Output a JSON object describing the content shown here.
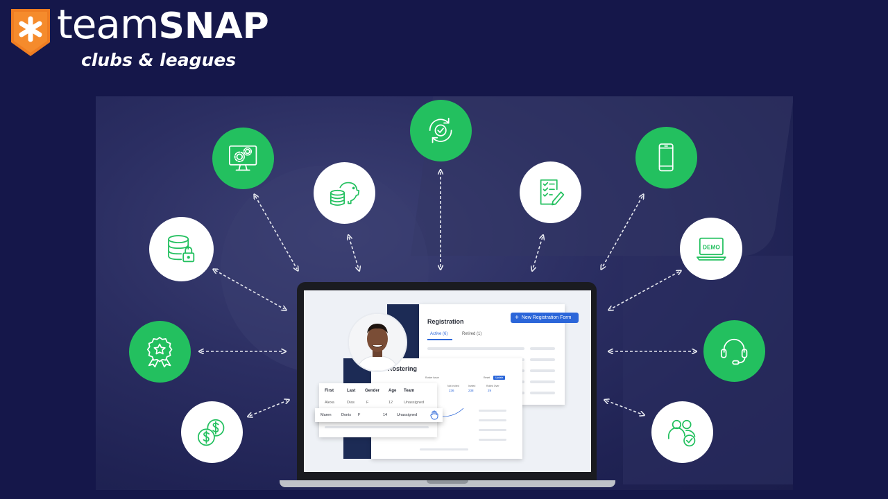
{
  "brand": {
    "name_light": "team",
    "name_bold": "SNAP",
    "tagline": "clubs & leagues",
    "shield_color": "#ef7d22",
    "accent_green": "#23c05f",
    "background": "#15174a"
  },
  "feature_icons": [
    {
      "name": "monitor-gears-icon",
      "style": "green"
    },
    {
      "name": "piggy-bank-coins-icon",
      "style": "white"
    },
    {
      "name": "sync-check-icon",
      "style": "green"
    },
    {
      "name": "checklist-form-icon",
      "style": "white"
    },
    {
      "name": "mobile-phone-icon",
      "style": "green"
    },
    {
      "name": "database-lock-icon",
      "style": "white"
    },
    {
      "name": "demo-laptop-icon",
      "style": "white"
    },
    {
      "name": "award-ribbon-icon",
      "style": "green"
    },
    {
      "name": "headset-support-icon",
      "style": "green"
    },
    {
      "name": "dollar-coins-icon",
      "style": "white"
    },
    {
      "name": "users-check-icon",
      "style": "white"
    }
  ],
  "demo_label": "DEMO",
  "app": {
    "registration": {
      "title": "Registration",
      "new_form_button": "New Registration Form",
      "tab_active": "Active (6)",
      "tab_retired": "Retired (1)"
    },
    "rostering": {
      "title": "Rostering",
      "mini_headers": [
        "Roster Issue",
        "Reset",
        "Update"
      ],
      "mini_stats": [
        {
          "label": "Not Invited",
          "value": "236"
        },
        {
          "label": "Invited",
          "value": "238"
        },
        {
          "label": "Rolled Over",
          "value": "29"
        }
      ]
    },
    "table": {
      "columns": [
        "First",
        "Last",
        "Gender",
        "Age",
        "Team"
      ],
      "rows": [
        [
          "Alexa",
          "Dias",
          "F",
          "12",
          "Unassigned"
        ],
        [
          "Maren",
          "Donis",
          "F",
          "14",
          "Unassigned"
        ]
      ]
    }
  }
}
